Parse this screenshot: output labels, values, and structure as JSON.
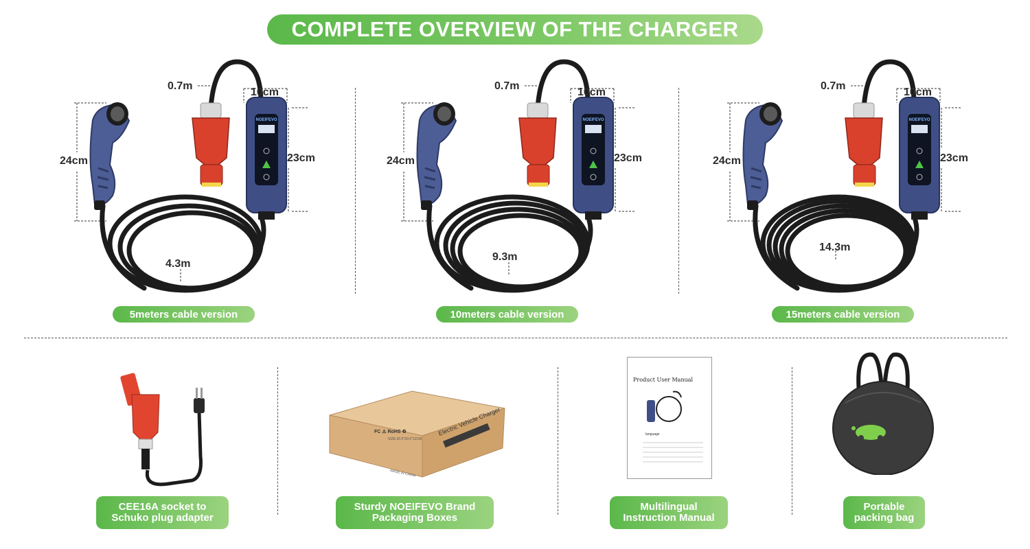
{
  "title": "COMPLETE OVERVIEW OF THE CHARGER",
  "brand": "NOEIFEVO",
  "variants": [
    {
      "plug_cable": "0.7m",
      "box_width": "10cm",
      "box_height": "23cm",
      "handle_height": "24cm",
      "cable_length": "4.3m",
      "label": "5meters cable version"
    },
    {
      "plug_cable": "0.7m",
      "box_width": "10cm",
      "box_height": "23cm",
      "handle_height": "24cm",
      "cable_length": "9.3m",
      "label": "10meters cable version"
    },
    {
      "plug_cable": "0.7m",
      "box_width": "10cm",
      "box_height": "23cm",
      "handle_height": "24cm",
      "cable_length": "14.3m",
      "label": "15meters cable version"
    }
  ],
  "accessories": [
    {
      "label": "CEE16A socket to\nSchuko plug adapter"
    },
    {
      "label": "Sturdy NOEIFEVO Brand\nPackaging Boxes"
    },
    {
      "label": "Multilingual\nInstruction Manual"
    },
    {
      "label": "Portable\npacking bag"
    }
  ],
  "box": {
    "side_text": "Electric Vehicle Charger",
    "size_text": "SIZE:30.5*30.5*12CM",
    "made_in": "MADE IN CHINA",
    "marks": "FC ⚠ RoHS ♻"
  },
  "manual": {
    "title": "Product User Manual",
    "section": "language"
  },
  "colors": {
    "accent_green": "#5bb84a",
    "charger_blue": "#3f4f86",
    "plug_red": "#d9412d",
    "cable_black": "#1c1c1c"
  }
}
